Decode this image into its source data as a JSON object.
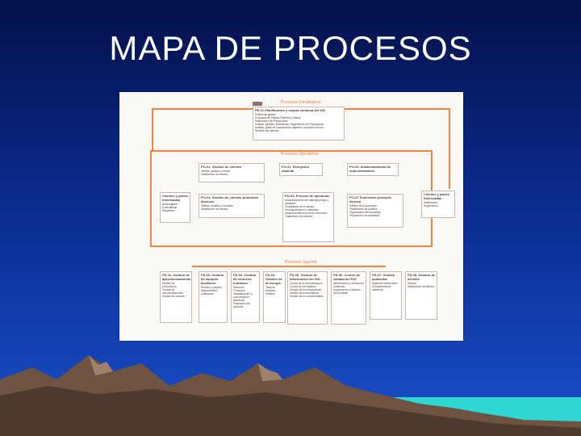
{
  "slide": {
    "title": "MAPA DE PROCESOS"
  },
  "map": {
    "strategic": {
      "label": "Procesos Estratégicos",
      "box_title": "PE-01 Planificación y mejora continua del SIG",
      "lines": [
        "Política de gestión",
        "Programa de Gestión Objetivos y Metas",
        "Elaboración del Presupuesto",
        "Análisis: pedidos, indicadores, Seguimiento del Presupuesto",
        "Análisis: grado de cumplimiento objetivos, acciones a futuro",
        "Revisión del sistema"
      ]
    },
    "operative": {
      "label": "Procesos Operativos",
      "boxes": [
        {
          "title": "PO-01. Gestión de clientes",
          "lines": [
            "Ofertas, pedidos y ventas",
            "Satisfacción de clientes"
          ]
        },
        {
          "title": "PO-02. Recepción material",
          "lines": []
        },
        {
          "title": "PO-03. Almacenamiento de subcontratación",
          "lines": []
        },
        {
          "title": "PO-04. Gestión de clientes productos diversos",
          "lines": [
            "Ofertas, pedidos y contratos",
            "Satisfacción de clientes"
          ]
        },
        {
          "title": "PO-05. Proceso de operación",
          "lines": [
            "Almacenamiento de materias primas y auxiliares",
            "Preparación de la mezcla",
            "Homogeneización y tamizado",
            "Almacenamiento producto terminado",
            "Tratamiento de residuos"
          ]
        },
        {
          "title": "PO-07 Suministro producto diverso",
          "lines": [
            "Gestión de proveedores",
            "Planificación de pedidos",
            "Organización del suministro",
            "Preparación de materiales"
          ]
        }
      ],
      "left_client": {
        "title": "Clientes y partes interesadas",
        "lines": [
          "Necesidades",
          "Expectativas",
          "Requisitos"
        ]
      },
      "right_client": {
        "title": "Clientes y partes interesadas",
        "lines": [
          "Satisfacción",
          "Seguimiento"
        ]
      }
    },
    "support": {
      "label": "Procesos Soporte",
      "boxes": [
        {
          "title": "PS-01. Gestión de aprovisionamiento",
          "lines": [
            "Gestión de proveedores",
            "Gestión de subcontrataciones",
            "Gestión de almacén"
          ]
        },
        {
          "title": "PS-02. Gestión de equipos auxiliares",
          "lines": [
            "Revisión y mejora",
            "Mantenimiento",
            "Calibración"
          ]
        },
        {
          "title": "PS-03. Gestión de recursos humanos",
          "lines": [
            "Selección",
            "Formación",
            "Sensibilización y comunicación ambiental",
            "Evaluación del personal"
          ]
        },
        {
          "title": "PS-04. Gestión de la energía",
          "lines": [
            "Tabla de residuos",
            "Vertidos"
          ]
        },
        {
          "title": "PS-05. Gestión de información del SIG",
          "lines": [
            "Control de la documentación",
            "Control de los registros",
            "Gestión de la comunicación",
            "Gestión de la información",
            "Gestión de no conformidades"
          ]
        },
        {
          "title": "PS-06. Control de calidad del SIG",
          "lines": [
            "Identificación y verificación",
            "Auditorías",
            "Seguimiento y medición de la calidad"
          ]
        },
        {
          "title": "PS-07. Gestión ambiental",
          "lines": [
            "Aspectos ambientales",
            "Comportamiento ambiental"
          ]
        },
        {
          "title": "PS-08. Gestión de clientes",
          "lines": [
            "Ofertas",
            "Satisfacción de clientes"
          ]
        }
      ]
    }
  }
}
